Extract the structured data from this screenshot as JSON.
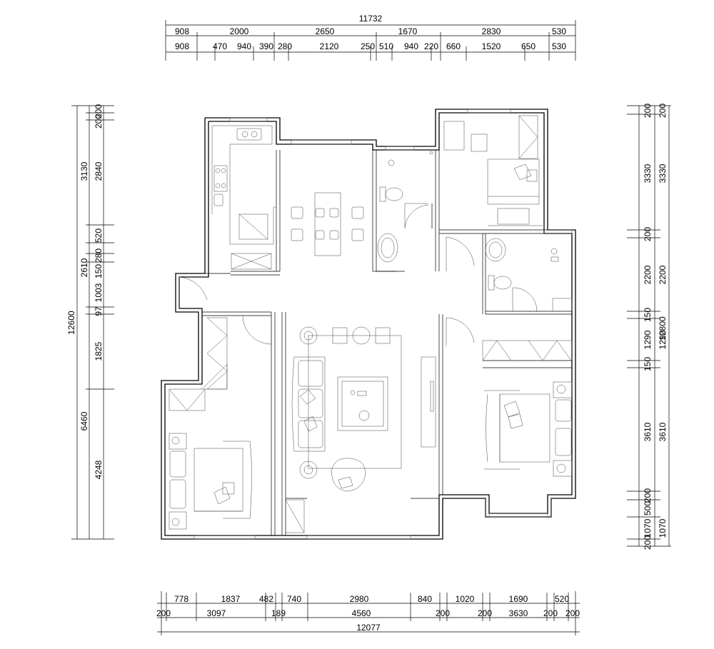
{
  "top": {
    "overall": "11732",
    "row1": [
      "908",
      "2000",
      "2650",
      "1670",
      "2830",
      "530"
    ],
    "row2": [
      "908",
      "470",
      "940",
      "390",
      "280",
      "2120",
      "250",
      "510",
      "940",
      "220",
      "660",
      "1520",
      "650",
      "530"
    ]
  },
  "bottom": {
    "row1": [
      "778",
      "1837",
      "482",
      "740",
      "2980",
      "840",
      "1020",
      "1690",
      "520"
    ],
    "row2": [
      "200",
      "3097",
      "189",
      "4560",
      "200",
      "200",
      "3630",
      "200",
      "200"
    ],
    "overall": "12077"
  },
  "left": {
    "overall": "12600",
    "outer": [
      "3130",
      "2610",
      "6460"
    ],
    "inner": [
      "200",
      "200",
      "2840",
      "520",
      "280",
      "150",
      "1003",
      "97",
      "1825",
      "4248"
    ]
  },
  "right": {
    "overall": "12800",
    "outer": [
      "200",
      "3330",
      "200",
      "2200",
      "150",
      "1290",
      "150",
      "3610",
      "200",
      "500",
      "1070",
      "200"
    ],
    "inner": [
      "200",
      "3330",
      "2200",
      "1290",
      "3610",
      "1070",
      "200"
    ]
  }
}
